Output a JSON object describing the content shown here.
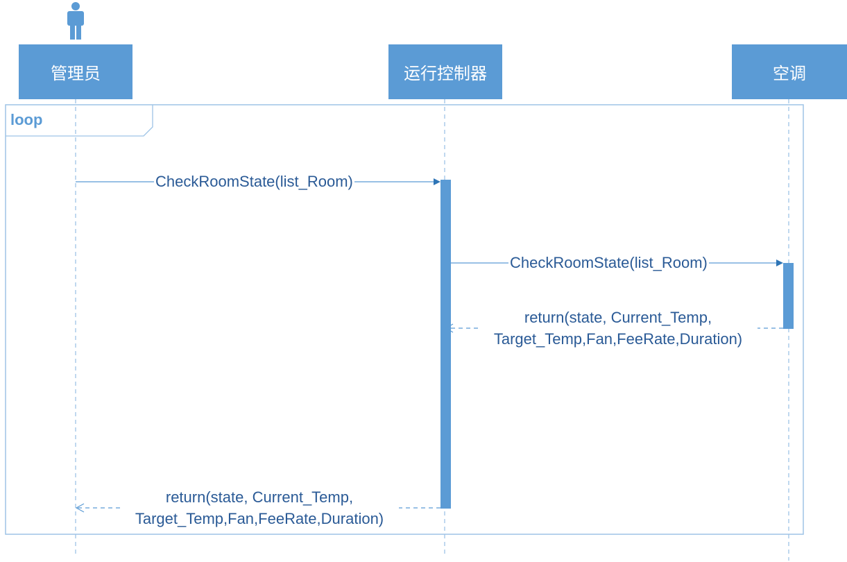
{
  "participants": {
    "admin": "管理员",
    "controller": "运行控制器",
    "ac": "空调"
  },
  "fragment": {
    "label": "loop"
  },
  "messages": {
    "m1": "CheckRoomState(list_Room)",
    "m2": "CheckRoomState(list_Room)",
    "m3_line1": "return(state, Current_Temp,",
    "m3_line2": "Target_Temp,Fan,FeeRate,Duration)",
    "m4_line1": "return(state, Current_Temp,",
    "m4_line2": "Target_Temp,Fan,FeeRate,Duration)"
  },
  "colors": {
    "participant_fill": "#5b9bd5",
    "line": "#5b9bd5",
    "text": "#2a5a96"
  }
}
